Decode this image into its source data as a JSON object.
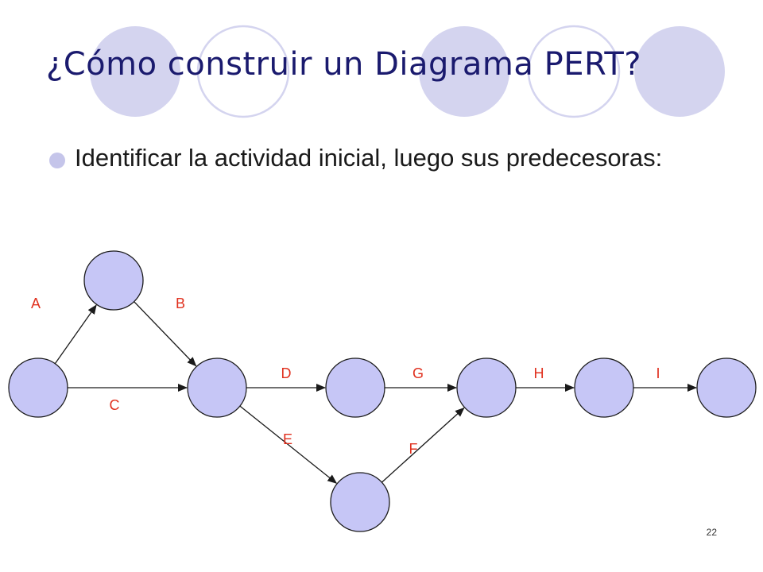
{
  "slide": {
    "title": "¿Cómo construir un Diagrama PERT?",
    "bullet": "Identificar la actividad inicial, luego sus predecesoras:",
    "page_number": "22"
  },
  "colors": {
    "title": "#1a1a6e",
    "deco_filled": "#d4d4ef",
    "deco_ring": "#d4d4ef",
    "node_fill": "#c6c6f6",
    "node_stroke": "#1a1a1a",
    "edge": "#1a1a1a",
    "edge_label": "#e0301e"
  },
  "diagram": {
    "nodes": [
      "n1",
      "n2",
      "n3",
      "n4",
      "n5",
      "n6",
      "n7",
      "n8"
    ],
    "edges": [
      {
        "from": "n1",
        "to": "n2",
        "label": "A"
      },
      {
        "from": "n2",
        "to": "n3",
        "label": "B"
      },
      {
        "from": "n1",
        "to": "n3",
        "label": "C"
      },
      {
        "from": "n3",
        "to": "n4",
        "label": "D"
      },
      {
        "from": "n3",
        "to": "n5",
        "label": "E"
      },
      {
        "from": "n5",
        "to": "n6",
        "label": "F"
      },
      {
        "from": "n4",
        "to": "n6",
        "label": "G"
      },
      {
        "from": "n6",
        "to": "n7",
        "label": "H"
      },
      {
        "from": "n7",
        "to": "n8",
        "label": "I"
      }
    ]
  }
}
